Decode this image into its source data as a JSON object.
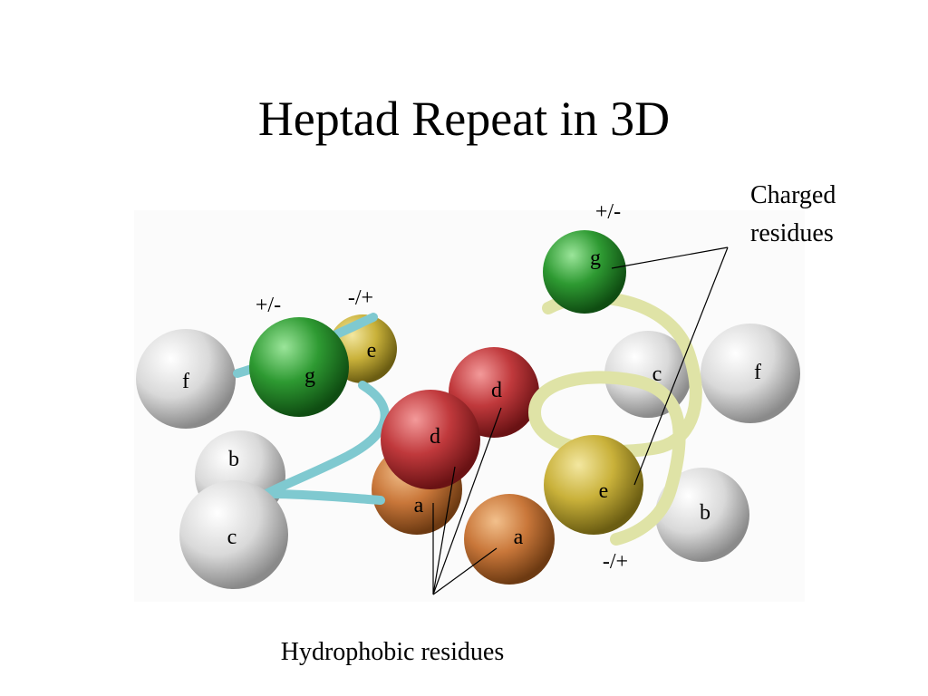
{
  "title": "Heptad Repeat in 3D",
  "colors": {
    "white": "#e8e8e8",
    "green": "#2e9a32",
    "red": "#c0393c",
    "orange": "#c9773a",
    "yellow": "#c9b13a",
    "helix_left": "#7fc9d0",
    "helix_right": "#dfe3a6"
  },
  "residues": {
    "f_left": "f",
    "g_left": "g",
    "e_left": "e",
    "b_left": "b",
    "c_left": "c",
    "d_left": "d",
    "a_left": "a",
    "d_center": "d",
    "g_right": "g",
    "c_right": "c",
    "f_right": "f",
    "e_right": "e",
    "b_right": "b",
    "a_right": "a"
  },
  "charges": {
    "g_left": "+/-",
    "e_left": "-/+",
    "g_right": "+/-",
    "e_right": "-/+"
  },
  "annotations": {
    "charged_line1": "Charged",
    "charged_line2": "residues",
    "hydrophobic": "Hydrophobic residues"
  }
}
